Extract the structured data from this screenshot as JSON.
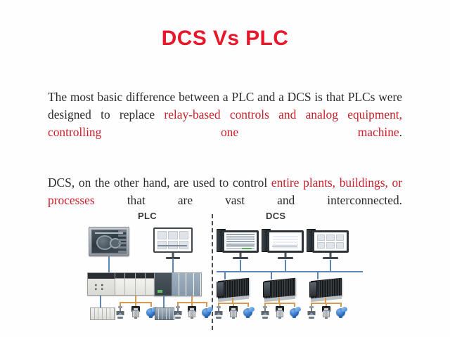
{
  "slide": {
    "title": "DCS Vs PLC",
    "title_color": "#e8172a",
    "body_color": "#2b2b2b",
    "highlight_color": "#c9202a",
    "paragraphs": [
      {
        "id": "p1",
        "segments": [
          {
            "text": "The most basic difference between a PLC and a DCS is that PLCs were designed to replace ",
            "style": "normal"
          },
          {
            "text": "relay-based controls and analog equipment, controlling one machine",
            "style": "highlight"
          },
          {
            "text": ".",
            "style": "normal"
          }
        ]
      },
      {
        "id": "p2",
        "segments": [
          {
            "text": "DCS, on the other hand, are used to control ",
            "style": "normal"
          },
          {
            "text": "entire plants, buildings, or processes",
            "style": "highlight"
          },
          {
            "text": " that are vast and interconnected.",
            "style": "normal"
          }
        ]
      }
    ]
  },
  "diagram": {
    "divider": "vertical-dashed-line",
    "bus_color": "#5b86b5",
    "fieldbus_color": "#d79a52",
    "plc": {
      "label": "PLC",
      "systems": [
        {
          "name": "plc-system-1",
          "hmi": "hmi-operator-panel",
          "controller": "plc-rack-modular",
          "io_module": "io-terminal-block",
          "field_devices": [
            "control-valve",
            "transmitter",
            "blue-pump"
          ]
        },
        {
          "name": "plc-system-2",
          "hmi": "flat-panel-monitor",
          "controller": "plc-rack-compact",
          "io_module": "io-terminal-block",
          "field_devices": [
            "control-valve",
            "transmitter",
            "blue-pump"
          ]
        }
      ]
    },
    "dcs": {
      "label": "DCS",
      "network": "plant-control-network-bus",
      "workstations": [
        {
          "name": "operator-station-1",
          "screen": "alarm-table-view"
        },
        {
          "name": "operator-station-2",
          "screen": "trend-overview-view"
        },
        {
          "name": "operator-station-3",
          "screen": "process-graphic-view"
        }
      ],
      "controllers": [
        {
          "name": "dcs-controller-cabinet-1",
          "field_devices": [
            "control-valve",
            "transmitter",
            "blue-pump"
          ]
        },
        {
          "name": "dcs-controller-cabinet-2",
          "field_devices": [
            "control-valve",
            "transmitter",
            "blue-pump"
          ]
        },
        {
          "name": "dcs-controller-cabinet-3",
          "field_devices": [
            "control-valve",
            "transmitter",
            "blue-pump"
          ]
        }
      ]
    }
  }
}
